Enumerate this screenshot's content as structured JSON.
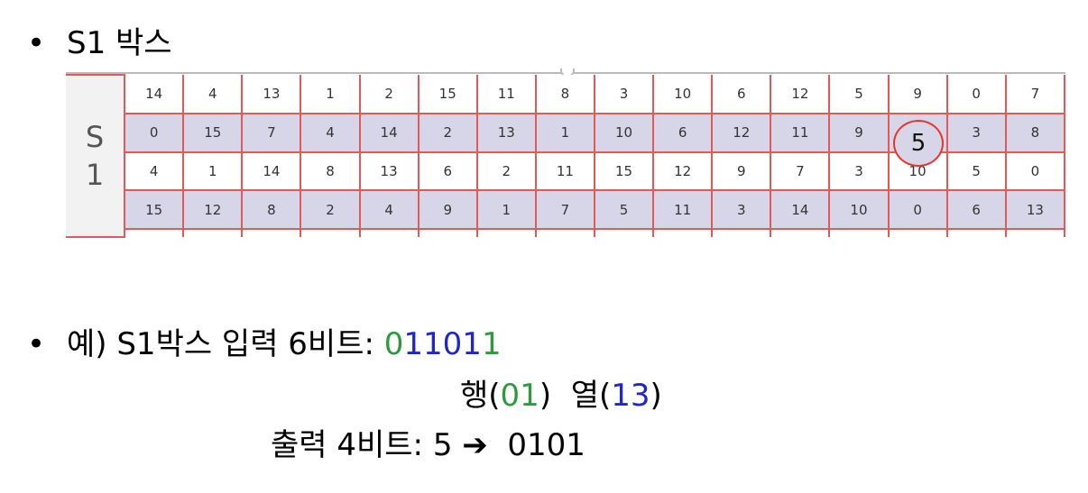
{
  "bullet1": {
    "dot": "•",
    "text": "S1 박스"
  },
  "sbox": {
    "label_top": "S",
    "label_bottom": "1",
    "rows": [
      [
        "14",
        "4",
        "13",
        "1",
        "2",
        "15",
        "11",
        "8",
        "3",
        "10",
        "6",
        "12",
        "5",
        "9",
        "0",
        "7"
      ],
      [
        "0",
        "15",
        "7",
        "4",
        "14",
        "2",
        "13",
        "1",
        "10",
        "6",
        "12",
        "11",
        "9",
        "5",
        "3",
        "8"
      ],
      [
        "4",
        "1",
        "14",
        "8",
        "13",
        "6",
        "2",
        "11",
        "15",
        "12",
        "9",
        "7",
        "3",
        "10",
        "5",
        "0"
      ],
      [
        "15",
        "12",
        "8",
        "2",
        "4",
        "9",
        "1",
        "7",
        "5",
        "11",
        "3",
        "14",
        "10",
        "0",
        "6",
        "13"
      ]
    ],
    "highlight_value": "5",
    "colors": {
      "grid": "#e05a5a",
      "shaded_row": "#d6d6e8",
      "circle": "#e8352a"
    }
  },
  "example": {
    "dot": "•",
    "prefix": "예) S1박스 입력 6비트: ",
    "bits": [
      "0",
      "1101",
      "1"
    ],
    "row_label": "행(",
    "row_value": "01",
    "row_close": ")  ",
    "col_label": "열(",
    "col_value": "13",
    "col_close": ")",
    "output_prefix": "출력 4비트: 5 ",
    "arrow": "➔",
    "output_bits": "  0101",
    "colors": {
      "green": "#2e9a3e",
      "blue": "#1f27c8"
    }
  }
}
